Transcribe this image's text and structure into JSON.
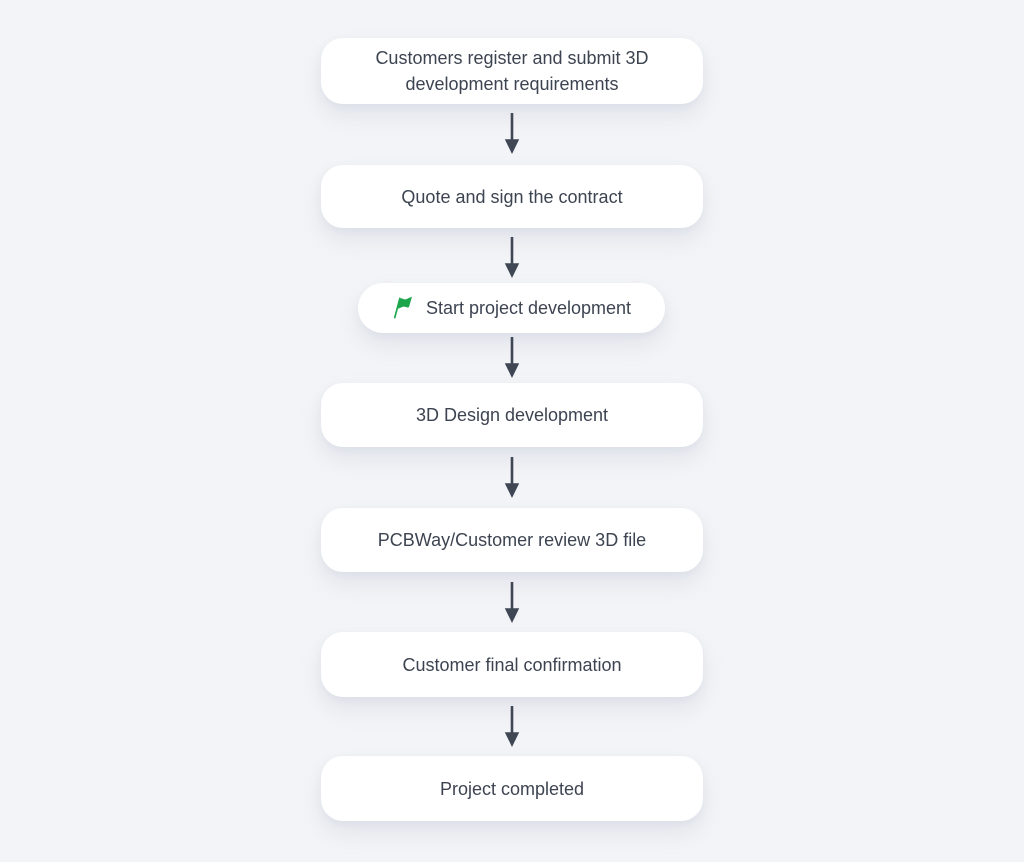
{
  "page": {
    "background_color": "#f3f4f7"
  },
  "colors": {
    "box_background": "#ffffff",
    "text": "#3d4451",
    "arrow": "#3f4654",
    "flag_green": "#1ba64b"
  },
  "flow": {
    "steps": [
      {
        "label": "Customers register and submit 3D development requirements"
      },
      {
        "label": "Quote and sign the contract"
      },
      {
        "label": "Start project development",
        "icon": "green-flag-icon"
      },
      {
        "label": "3D Design development"
      },
      {
        "label": "PCBWay/Customer review 3D file"
      },
      {
        "label": "Customer final confirmation"
      },
      {
        "label": "Project completed"
      }
    ]
  }
}
